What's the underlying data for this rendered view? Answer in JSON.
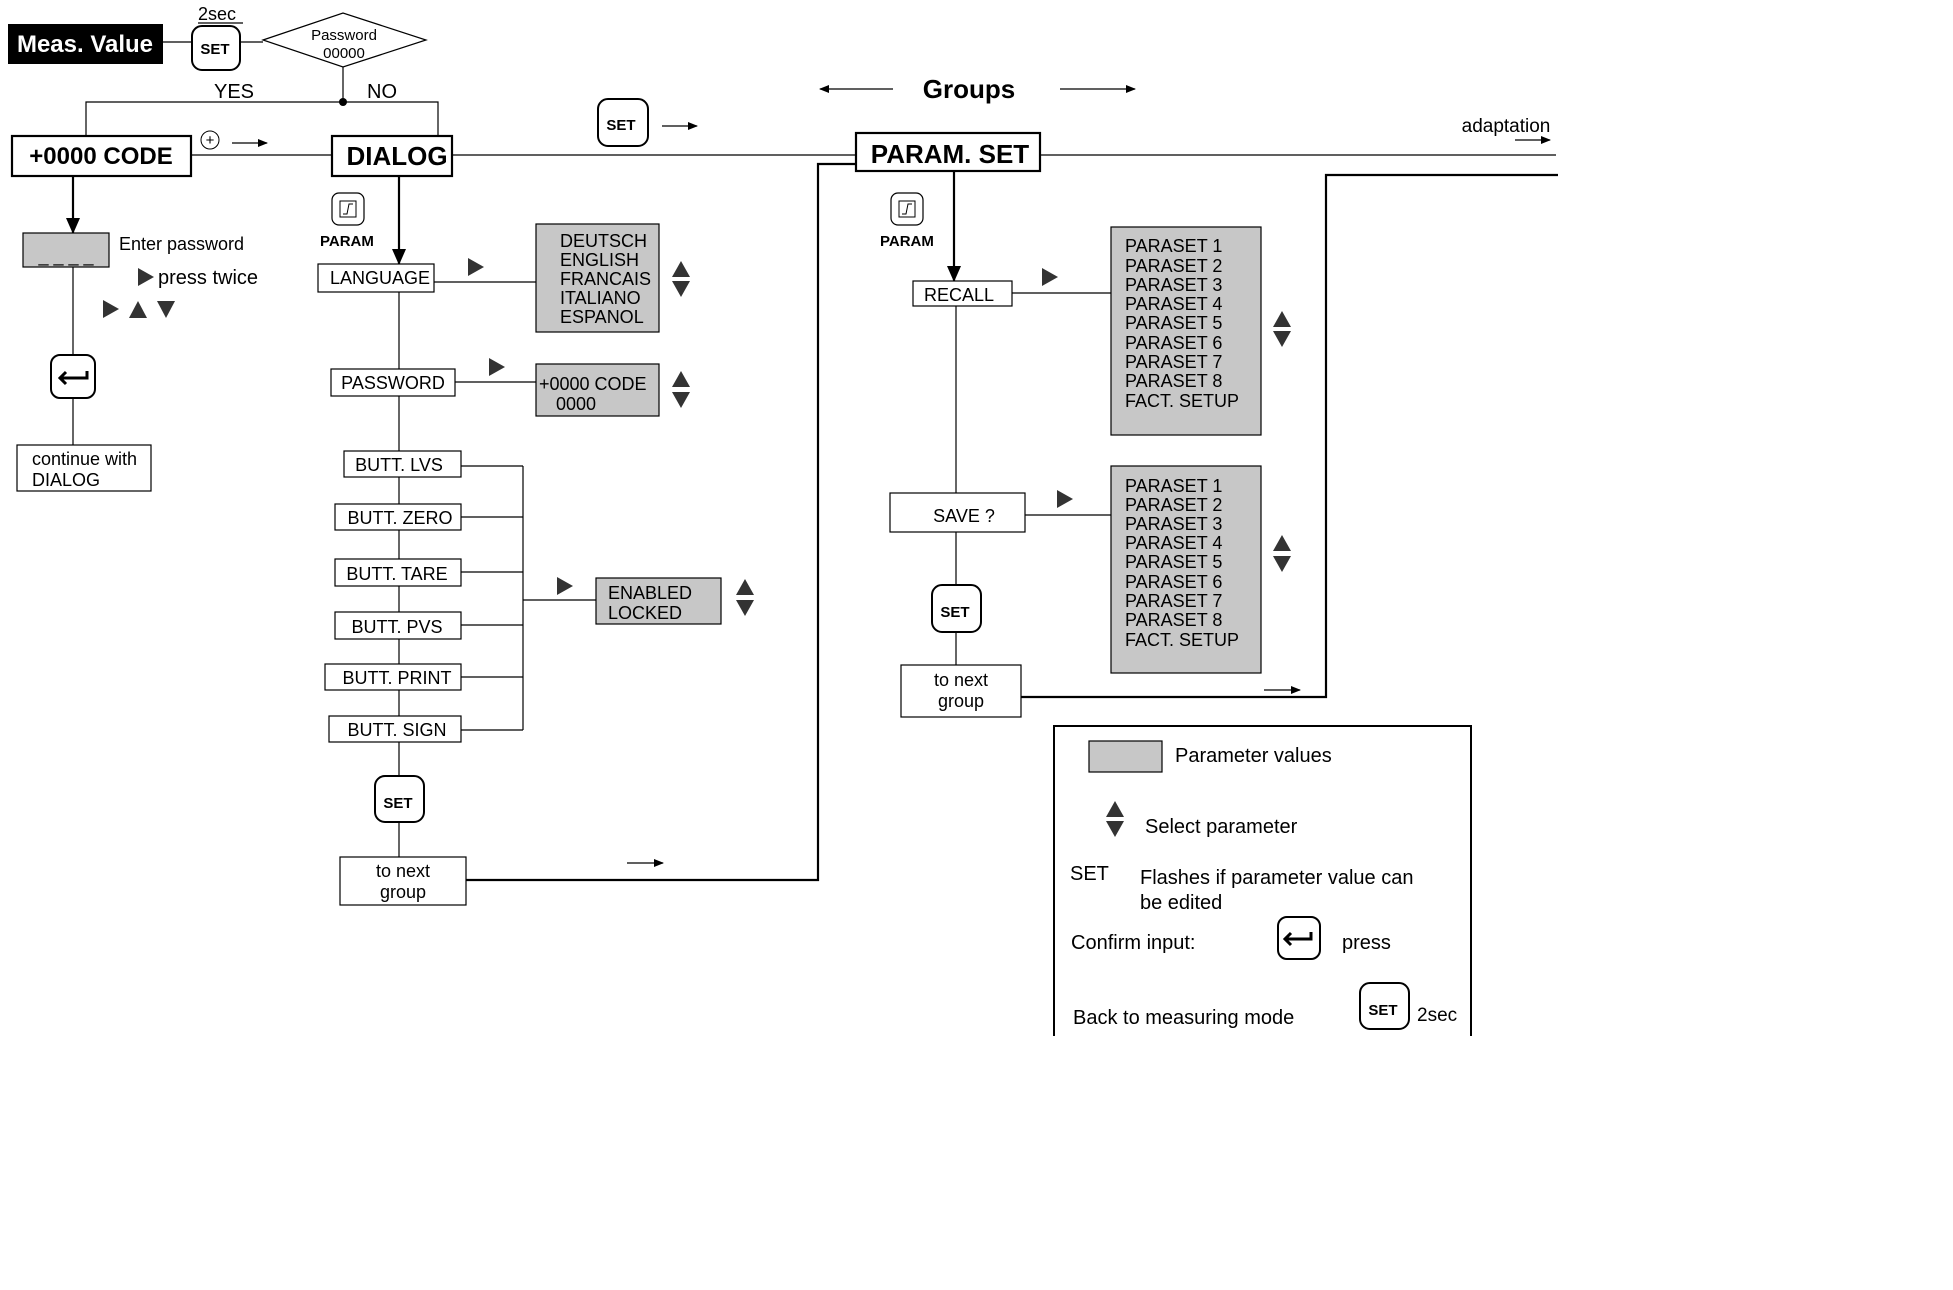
{
  "header": {
    "meas_value": "Meas. Value",
    "two_sec": "2sec",
    "set_key": "SET",
    "password_decision": [
      "Password",
      "00000"
    ],
    "yes": "YES",
    "no": "NO",
    "groups": "Groups",
    "adaptation": "adaptation"
  },
  "code_column": {
    "title": "+0000 CODE",
    "plus_symbol": "+",
    "password_display": "_ _ _ _",
    "enter_password": "Enter password",
    "press_twice": "press twice",
    "continue_with": [
      "continue with",
      "DIALOG"
    ]
  },
  "dialog": {
    "title": "DIALOG",
    "param_label": "PARAM",
    "language": "LANGUAGE",
    "language_values": [
      "DEUTSCH",
      "ENGLISH",
      "FRANCAIS",
      "ITALIANO",
      "ESPANOL"
    ],
    "password": "PASSWORD",
    "password_values": [
      "+0000 CODE",
      "0000"
    ],
    "buttons": [
      "BUTT. LVS",
      "BUTT. ZERO",
      "BUTT. TARE",
      "BUTT. PVS",
      "BUTT. PRINT",
      "BUTT. SIGN"
    ],
    "button_values": [
      "ENABLED",
      "LOCKED"
    ],
    "set_key": "SET",
    "next_group": [
      "to next",
      "group"
    ]
  },
  "param_set": {
    "title": "PARAM. SET",
    "param_label": "PARAM",
    "recall": "RECALL",
    "save": "SAVE ?",
    "paraset_values": [
      "PARASET 1",
      "PARASET 2",
      "PARASET 3",
      "PARASET 4",
      "PARASET 5",
      "PARASET 6",
      "PARASET 7",
      "PARASET 8",
      "FACT. SETUP"
    ],
    "set_key": "SET",
    "next_group": [
      "to next",
      "group"
    ]
  },
  "legend": {
    "parameter_values": "Parameter values",
    "select_parameter": "Select parameter",
    "set_label": "SET",
    "set_flashes": [
      "Flashes if parameter value can",
      "be edited"
    ],
    "confirm_input": "Confirm input:",
    "press": "press",
    "back_to_measuring": "Back to measuring mode",
    "set_key": "SET",
    "two_sec": "2sec"
  },
  "colors": {
    "parameter_fill": "#c7c7c7",
    "line": "#000000",
    "meas_value_bg": "#000000",
    "meas_value_text": "#ffffff"
  }
}
